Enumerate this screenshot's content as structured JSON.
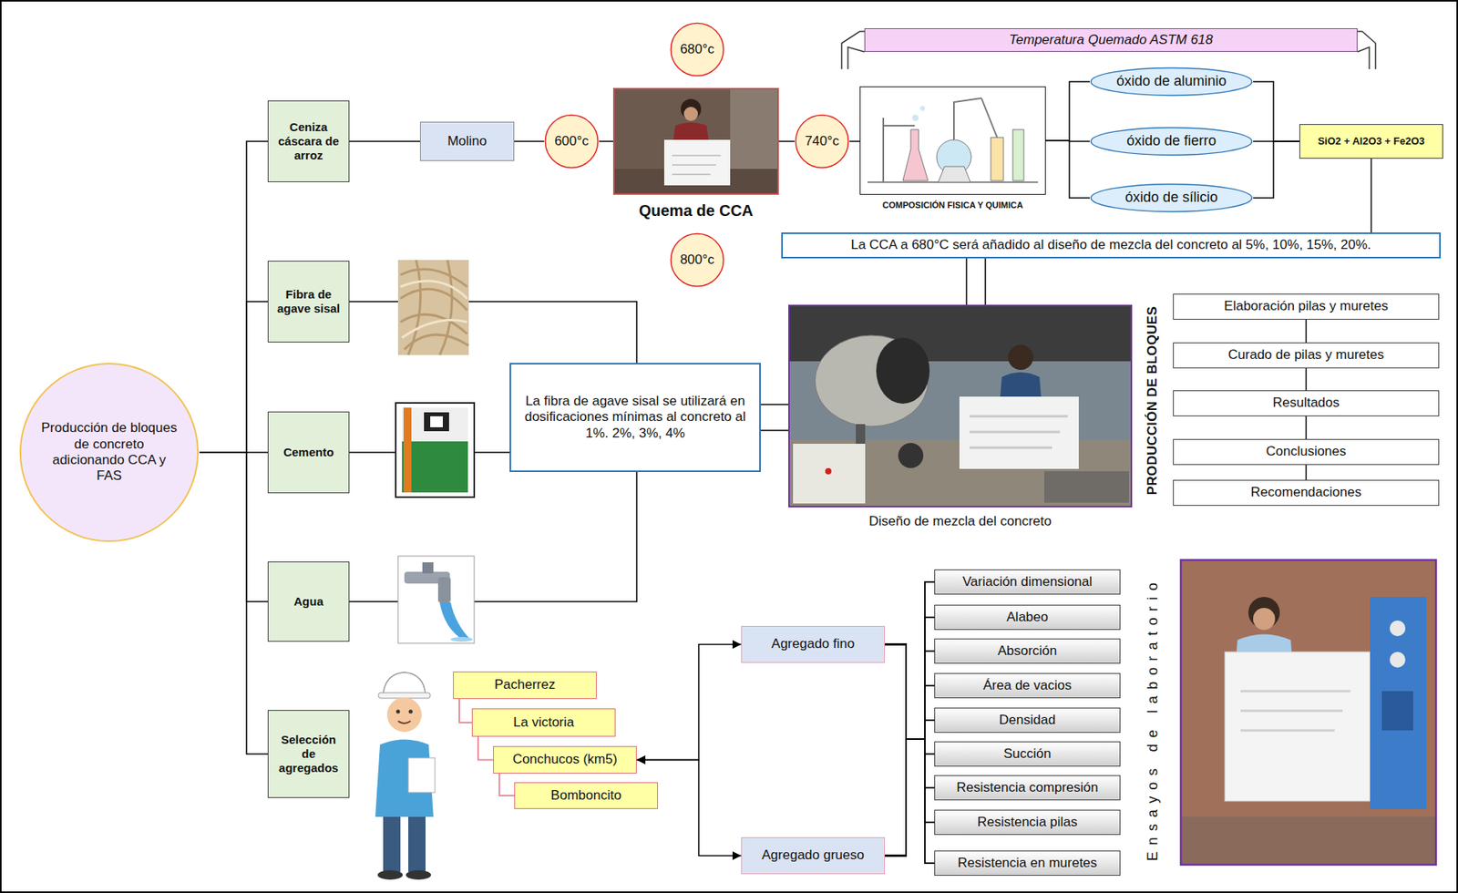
{
  "diagram": {
    "nodes": [
      {
        "text": [
          "Producción de bloques de concreto adicionando CCA y FAS"
        ]
      },
      {
        "text": [
          "Ceniza cáscara de arroz"
        ]
      },
      {
        "text": [
          "Molino"
        ]
      },
      {
        "text": [
          "600°c"
        ]
      },
      {
        "text": [
          "680°c"
        ]
      },
      {
        "text": [
          "Quema de CCA"
        ]
      },
      {
        "text": [
          "800°c"
        ]
      },
      {
        "text": [
          "740°c"
        ]
      },
      {
        "text": [
          "Temperatura Quemado ASTM 618"
        ]
      },
      {
        "text": [
          "COMPOSICIÓN FISICA Y QUIMICA"
        ]
      },
      {
        "text": [
          "óxido de aluminio"
        ]
      },
      {
        "text": [
          "óxido de fierro"
        ]
      },
      {
        "text": [
          "óxido de sílicio"
        ]
      },
      {
        "text": [
          "SiO2 + Al2O3 + Fe2O3"
        ]
      },
      {
        "text": [
          "La CCA a 680°C será añadido al diseño de mezcla del concreto al 5%, 10%, 15%, 20%."
        ]
      },
      {
        "text": [
          "Fibra de agave sisal"
        ]
      },
      {
        "text": [
          "Cemento"
        ]
      },
      {
        "text": [
          "La fibra de agave sisal se utilizará en dosificaciones mínimas al concreto al 1%. 2%, 3%, 4%"
        ]
      },
      {
        "text": [
          "Diseño de mezcla del concreto"
        ]
      },
      {
        "text": [
          "Elaboración pilas y muretes"
        ]
      },
      {
        "text": [
          "Curado de pilas y muretes"
        ]
      },
      {
        "text": [
          "Resultados"
        ]
      },
      {
        "text": [
          "Conclusiones"
        ]
      },
      {
        "text": [
          "Recomendaciones"
        ]
      },
      {
        "text": [
          "Agua"
        ]
      },
      {
        "text": [
          "Selección de agregados"
        ]
      },
      {
        "text": [
          "Pacherrez"
        ]
      },
      {
        "text": [
          "La victoria"
        ]
      },
      {
        "text": [
          "Conchucos (km5)"
        ]
      },
      {
        "text": [
          "Bomboncito"
        ]
      },
      {
        "text": [
          "Agregado fino"
        ]
      },
      {
        "text": [
          "Variación dimensional"
        ]
      },
      {
        "text": [
          "Alabeo"
        ]
      },
      {
        "text": [
          "Absorción"
        ]
      },
      {
        "text": [
          "Área de vacios"
        ]
      },
      {
        "text": [
          "Densidad"
        ]
      },
      {
        "text": [
          "Succión"
        ]
      },
      {
        "text": [
          "Resistencia compresión"
        ]
      },
      {
        "text": [
          "Resistencia pilas"
        ]
      },
      {
        "text": [
          "Resistencia en muretes"
        ]
      },
      {
        "text": [
          "Agregado grueso"
        ]
      }
    ],
    "edges": [
      {
        "from": 0,
        "to": 1,
        "arrow": "none"
      },
      {
        "from": 0,
        "to": 15,
        "arrow": "none"
      },
      {
        "from": 0,
        "to": 16,
        "arrow": "none"
      },
      {
        "from": 0,
        "to": 24,
        "arrow": "none"
      },
      {
        "from": 0,
        "to": 25,
        "arrow": "none"
      },
      {
        "from": 1,
        "to": 2,
        "arrow": "none"
      },
      {
        "from": 2,
        "to": 3,
        "arrow": "none"
      },
      {
        "from": 3,
        "to": 5,
        "arrow": "none"
      },
      {
        "from": 5,
        "to": 7,
        "arrow": "none"
      },
      {
        "from": 7,
        "to": 9,
        "arrow": "none"
      },
      {
        "from": 9,
        "to": 10,
        "arrow": "none"
      },
      {
        "from": 9,
        "to": 11,
        "arrow": "none"
      },
      {
        "from": 9,
        "to": 12,
        "arrow": "none"
      },
      {
        "from": 10,
        "to": 13,
        "arrow": "none"
      },
      {
        "from": 11,
        "to": 13,
        "arrow": "none"
      },
      {
        "from": 12,
        "to": 13,
        "arrow": "none"
      },
      {
        "from": 13,
        "to": 14,
        "arrow": "none"
      },
      {
        "from": 14,
        "to": 18,
        "arrow": "none"
      },
      {
        "from": 15,
        "to": 17,
        "arrow": "none"
      },
      {
        "from": 16,
        "to": 17,
        "arrow": "none"
      },
      {
        "from": 24,
        "to": 17,
        "arrow": "none"
      },
      {
        "from": 17,
        "to": 18,
        "arrow": "none"
      },
      {
        "from": 19,
        "to": 20,
        "arrow": "none"
      },
      {
        "from": 20,
        "to": 21,
        "arrow": "none"
      },
      {
        "from": 21,
        "to": 22,
        "arrow": "none"
      },
      {
        "from": 22,
        "to": 23,
        "arrow": "none"
      },
      {
        "from": 26,
        "to": 27,
        "arrow": "none"
      },
      {
        "from": 27,
        "to": 28,
        "arrow": "none"
      },
      {
        "from": 28,
        "to": 29,
        "arrow": "none"
      },
      {
        "from": 28,
        "to": 30,
        "arrow": "both"
      },
      {
        "from": 28,
        "to": 40,
        "arrow": "both"
      },
      {
        "from": 30,
        "to": 31,
        "arrow": "none"
      },
      {
        "from": 30,
        "to": 32,
        "arrow": "none"
      },
      {
        "from": 30,
        "to": 33,
        "arrow": "none"
      },
      {
        "from": 30,
        "to": 34,
        "arrow": "none"
      },
      {
        "from": 30,
        "to": 35,
        "arrow": "none"
      },
      {
        "from": 30,
        "to": 36,
        "arrow": "none"
      },
      {
        "from": 30,
        "to": 37,
        "arrow": "none"
      },
      {
        "from": 30,
        "to": 38,
        "arrow": "none"
      },
      {
        "from": 30,
        "to": 39,
        "arrow": "none"
      },
      {
        "from": 40,
        "to": 31,
        "arrow": "none"
      },
      {
        "from": 40,
        "to": 32,
        "arrow": "none"
      },
      {
        "from": 40,
        "to": 33,
        "arrow": "none"
      },
      {
        "from": 40,
        "to": 34,
        "arrow": "none"
      },
      {
        "from": 40,
        "to": 35,
        "arrow": "none"
      },
      {
        "from": 40,
        "to": 36,
        "arrow": "none"
      },
      {
        "from": 40,
        "to": 37,
        "arrow": "none"
      },
      {
        "from": 40,
        "to": 38,
        "arrow": "none"
      },
      {
        "from": 40,
        "to": 39,
        "arrow": "none"
      }
    ],
    "labels": [
      "PRODUCCIÓN DE BLOQUES",
      "Ensayos de laboratorio"
    ]
  }
}
